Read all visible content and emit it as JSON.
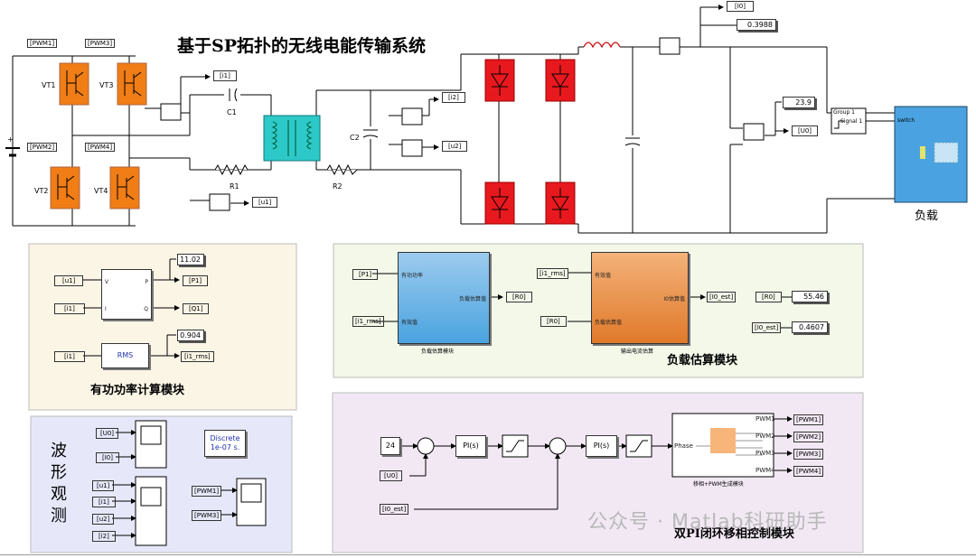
{
  "title": "基于SP拓扑的无线电能传输系统",
  "circuit": {
    "pwm_tags": [
      "[PWM1]",
      "[PWM3]",
      "[PWM2]",
      "[PWM4]"
    ],
    "switches": [
      "VT1",
      "VT3",
      "VT2",
      "VT4"
    ],
    "capacitors": [
      "C1",
      "C2"
    ],
    "resistors": [
      "R1",
      "R2"
    ],
    "meas_tags": [
      "[i1]",
      "[i2]",
      "[u2]",
      "[u1]",
      "[I0]",
      "[U0]"
    ],
    "display_i0": "0.3988",
    "display_u0": "23.9",
    "load_label": "负载",
    "signal_group": "Group 1",
    "signal_name": "Signal 1",
    "switch_port": "switch",
    "src_plus": "+",
    "colors": {
      "igbt": "#f07d16",
      "diode": "#e8191e",
      "transformer": "#2dc9c8",
      "load": "#4aa3e0"
    }
  },
  "power_panel": {
    "title": "有功功率计算模块",
    "inputs": [
      "[u1]",
      "[i1]",
      "[i1]"
    ],
    "pq_ports": {
      "v": "V",
      "i": "I",
      "p": "P",
      "q": "Q"
    },
    "rms_label": "RMS",
    "outputs": [
      "[P1]",
      "[Q1]",
      "[i1_rms]"
    ],
    "display_p": "11.02",
    "display_rms": "0.904"
  },
  "load_panel": {
    "title": "负载估算模块",
    "inputs": [
      "[P1]",
      "[i1_rms]",
      "[i1_rms]",
      "[R0]"
    ],
    "blue_block": {
      "in1": "有功功率",
      "in2": "有效值",
      "out": "负载估算值",
      "caption": "负载估算模块"
    },
    "orange_block": {
      "in1": "有效值",
      "in2": "负载估算值",
      "out": "I0估算值",
      "caption": "输出电流估算"
    },
    "outputs": [
      "[R0]",
      "[I0_est]"
    ],
    "disp_tags": [
      "[R0]",
      "[I0_est]"
    ],
    "display_r0": "55.46",
    "display_i0est": "0.4607"
  },
  "wave_panel": {
    "title_chars": [
      "波",
      "形",
      "观",
      "测"
    ],
    "scope1_inputs": [
      "[U0]",
      "[I0]"
    ],
    "scope2_inputs": [
      "[u1]",
      "[i1]",
      "[u2]",
      "[i2]"
    ],
    "scope3_inputs": [
      "[PWM1]",
      "[PWM3]"
    ],
    "powergui": [
      "Discrete",
      "1e-07 s."
    ]
  },
  "pi_panel": {
    "title": "双PI闭环移相控制模块",
    "constant": "24",
    "inputs": [
      "[U0]",
      "[I0_est]"
    ],
    "pi_label": "PI(s)",
    "phase_label": "Phase",
    "pwm_ports": [
      "PWM1",
      "PWM2",
      "PWM3",
      "PWM4"
    ],
    "pwm_tags": [
      "[PWM1]",
      "[PWM2]",
      "[PWM3]",
      "[PWM4]"
    ],
    "caption": "移相+PWM生成模块"
  },
  "watermark": "公众号 · Matlab科研助手"
}
